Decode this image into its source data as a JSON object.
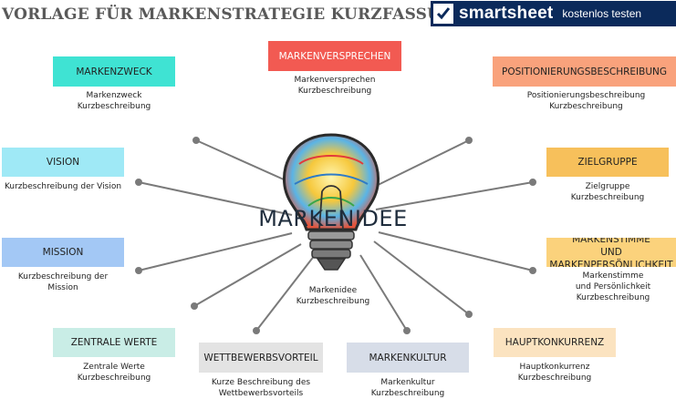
{
  "title": "VORLAGE FÜR MARKENSTRATEGIE KURZFASSUNG",
  "banner": {
    "brand": "smartsheet",
    "cta": "kostenlos testen",
    "icon": "check-icon"
  },
  "center": {
    "label": "MARKENIDEE",
    "desc": "Markenidee\nKurzbeschreibung",
    "icon": "lightbulb-icon"
  },
  "colors": {
    "markenzweck": "#3fe3d3",
    "markenversprechen": "#f25a52",
    "positionierung": "#f9a27c",
    "vision": "#9fe9f6",
    "zielgruppe": "#f7c05b",
    "mission": "#a3c8f5",
    "markenstimme": "#fbd27c",
    "zentrale_werte": "#c9ede6",
    "wettbewerbsvorteil": "#e3e3e3",
    "markenkultur": "#d7dde8",
    "hauptkonkurrenz": "#fbe3c0",
    "line": "#7a7a7a",
    "banner": "#0b2a5b"
  },
  "nodes": {
    "markenzweck": {
      "label": "MARKENZWECK",
      "desc": "Markenzweck\nKurzbeschreibung"
    },
    "markenversprechen": {
      "label": "MARKENVERSPRECHEN",
      "desc": "Markenversprechen\nKurzbeschreibung"
    },
    "positionierung": {
      "label": "POSITIONIERUNGSBESCHREIBUNG",
      "desc": "Positionierungsbeschreibung\nKurzbeschreibung"
    },
    "vision": {
      "label": "VISION",
      "desc": "Kurzbeschreibung der Vision"
    },
    "zielgruppe": {
      "label": "ZIELGRUPPE",
      "desc": "Zielgruppe\nKurzbeschreibung"
    },
    "mission": {
      "label": "MISSION",
      "desc": "Kurzbeschreibung der Mission"
    },
    "markenstimme": {
      "label": "MARKENSTIMME\nUND MARKENPERSÖNLICHKEIT",
      "desc": "Markenstimme\nund Persönlichkeit\nKurzbeschreibung"
    },
    "zentrale_werte": {
      "label": "ZENTRALE WERTE",
      "desc": "Zentrale Werte\nKurzbeschreibung"
    },
    "wettbewerbsvorteil": {
      "label": "WETTBEWERBSVORTEIL",
      "desc": "Kurze Beschreibung des\nWettbewerbsvorteils"
    },
    "markenkultur": {
      "label": "MARKENKULTUR",
      "desc": "Markenkultur\nKurzbeschreibung"
    },
    "hauptkonkurrenz": {
      "label": "HAUPTKONKURRENZ",
      "desc": "Hauptkonkurrenz\nKurzbeschreibung"
    }
  }
}
